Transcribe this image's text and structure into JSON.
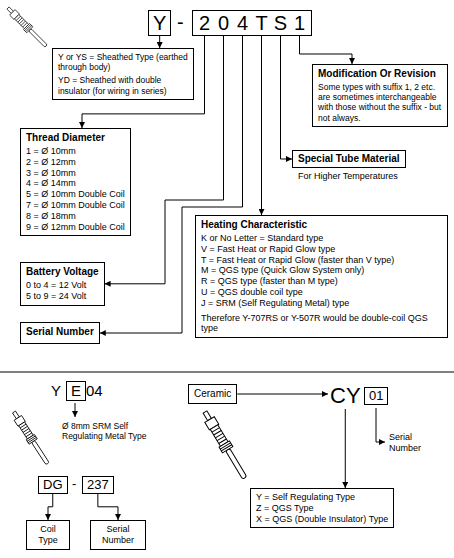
{
  "diagram": {
    "nodes": [
      {
        "text": [
          "Y"
        ]
      },
      {
        "text": [
          "2",
          "0",
          "4",
          "T",
          "S",
          "1"
        ]
      },
      {
        "text": [
          "Y or YS = Sheathed Type (earthed through body)",
          "YD = Sheathed with double insulator (for wiring in series)"
        ]
      },
      {
        "text": [
          "Modification Or Revision",
          "Some types with suffix 1, 2 etc. are sometimes interchangeable with those without the suffix - but not always."
        ]
      },
      {
        "text": [
          "Thread Diameter",
          "1 = Ø 10mm",
          "2 = Ø 12mm",
          "3 = Ø 10mm",
          "4 = Ø 14mm",
          "5 = Ø 10mm Double Coil",
          "7 = Ø 10mm Double Coil",
          "8 = Ø 18mm",
          "9 = Ø 12mm Double Coil"
        ]
      },
      {
        "text": [
          "Special Tube Material",
          "For Higher Temperatures"
        ]
      },
      {
        "text": [
          "Heating Characteristic",
          "K or No Letter = Standard type",
          "V = Fast Heat or Rapid Glow type",
          "T = Fast Heat or Rapid Glow (faster than V type)",
          "M = QGS type (Quick Glow System only)",
          "R = QGS type (faster than M type)",
          "U = QGS double coil type",
          "J = SRM (Self Regulating Metal) type",
          "Therefore Y-707RS or Y-507R would be double-coil QGS type"
        ]
      },
      {
        "text": [
          "Battery Voltage",
          "0 to 4 = 12 Volt",
          "5 to 9 = 24 Volt"
        ]
      },
      {
        "text": [
          "Serial Number"
        ]
      },
      {
        "text": [
          "E"
        ]
      },
      {
        "text": [
          "Ceramic"
        ]
      },
      {
        "text": [
          "CY"
        ]
      },
      {
        "text": [
          "01"
        ]
      },
      {
        "text": [
          "DG"
        ]
      },
      {
        "text": [
          "237"
        ]
      },
      {
        "text": [
          "Coil Type"
        ]
      },
      {
        "text": [
          "Serial Number"
        ]
      },
      {
        "text": [
          "Y = Self Regulating Type",
          "Z = QGS Type",
          "X = QGS (Double Insulator) Type"
        ]
      }
    ],
    "edges": [
      {
        "from": 0,
        "to": 2,
        "arrow": "to"
      },
      {
        "from": 1,
        "to": 3,
        "arrow": "to"
      },
      {
        "from": 1,
        "to": 4,
        "arrow": "to"
      },
      {
        "from": 1,
        "to": 5,
        "arrow": "to"
      },
      {
        "from": 1,
        "to": 6,
        "arrow": "to"
      },
      {
        "from": 1,
        "to": 7,
        "arrow": "to"
      },
      {
        "from": 1,
        "to": 8,
        "arrow": "to"
      },
      {
        "from": 10,
        "to": 11,
        "arrow": "to"
      },
      {
        "from": 11,
        "to": 17,
        "arrow": "to"
      },
      {
        "from": 13,
        "to": 15,
        "arrow": "to"
      },
      {
        "from": 14,
        "to": 16,
        "arrow": "to"
      }
    ],
    "labels": [
      "-",
      "Y",
      "04",
      "Ø 8mm SRM Self Regulating Metal Type",
      "-",
      "Serial Number"
    ]
  }
}
